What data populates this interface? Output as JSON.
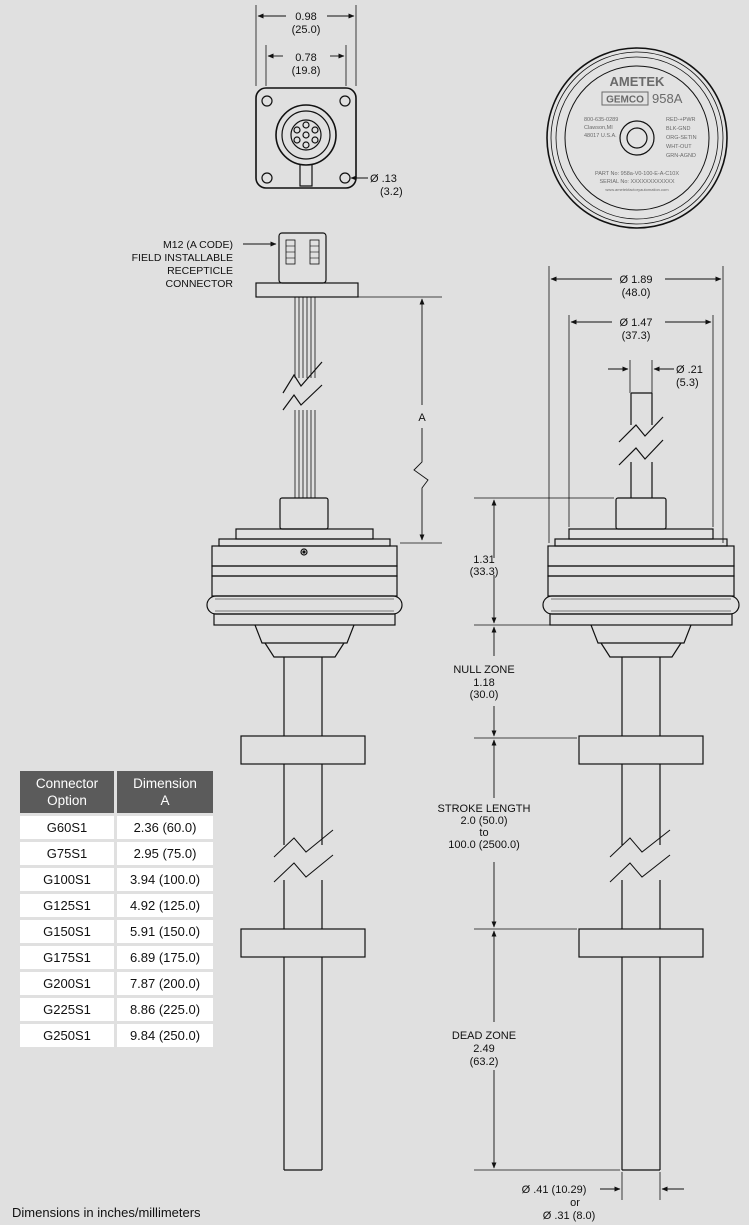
{
  "face_view": {
    "width_outer": "0.98",
    "width_outer_mm": "(25.0)",
    "width_inner": "0.78",
    "width_inner_mm": "(19.8)",
    "hole_dia": "Ø .13",
    "hole_dia_mm": "(3.2)"
  },
  "top_view": {
    "brand": "AMETEK",
    "logo": "GEMCO",
    "model": "958A",
    "phone_line": "800-635-0289",
    "city_line": "Clawson,MI",
    "zip_line": "48017 U.S.A.",
    "wiring": [
      "RED-+PWR",
      "BLK-GND",
      "ORG-SETIN",
      "WHT-OUT",
      "GRN-AGND"
    ],
    "part_no": "PART No: 958a-V0-100-E-A-C10X",
    "serial_no": "SERIAL No: XXXXXXXXXXXX",
    "website": "www.ametekfactoryautomation.com"
  },
  "left_view": {
    "connector_label": [
      "M12 (A CODE)",
      "FIELD INSTALLABLE",
      "RECEPTICLE",
      "CONNECTOR"
    ],
    "dim_a": "A"
  },
  "right_view": {
    "outer_dia": "Ø 1.89",
    "outer_dia_mm": "(48.0)",
    "flange_dia": "Ø 1.47",
    "flange_dia_mm": "(37.3)",
    "pin_dia": "Ø .21",
    "pin_dia_mm": "(5.3)",
    "head_height": "1.31",
    "head_height_mm": "(33.3)",
    "null_zone_title": "NULL ZONE",
    "null_zone": "1.18",
    "null_zone_mm": "(30.0)",
    "stroke_title": "STROKE LENGTH",
    "stroke_line1": "2.0 (50.0)",
    "stroke_line2": "to",
    "stroke_line3": "100.0 (2500.0)",
    "dead_zone_title": "DEAD ZONE",
    "dead_zone": "2.49",
    "dead_zone_mm": "(63.2)",
    "rod_dia_1": "Ø .41 (10.29)",
    "rod_or": "or",
    "rod_dia_2": "Ø .31 (8.0)"
  },
  "table": {
    "header_option": [
      "Connector",
      "Option"
    ],
    "header_dimension": [
      "Dimension",
      "A"
    ],
    "rows": [
      {
        "option": "G60S1",
        "dimension": "2.36 (60.0)"
      },
      {
        "option": "G75S1",
        "dimension": "2.95 (75.0)"
      },
      {
        "option": "G100S1",
        "dimension": "3.94 (100.0)"
      },
      {
        "option": "G125S1",
        "dimension": "4.92 (125.0)"
      },
      {
        "option": "G150S1",
        "dimension": "5.91 (150.0)"
      },
      {
        "option": "G175S1",
        "dimension": "6.89 (175.0)"
      },
      {
        "option": "G200S1",
        "dimension": "7.87 (200.0)"
      },
      {
        "option": "G225S1",
        "dimension": "8.86 (225.0)"
      },
      {
        "option": "G250S1",
        "dimension": "9.84 (250.0)"
      }
    ]
  },
  "footnote": "Dimensions in inches/millimeters"
}
